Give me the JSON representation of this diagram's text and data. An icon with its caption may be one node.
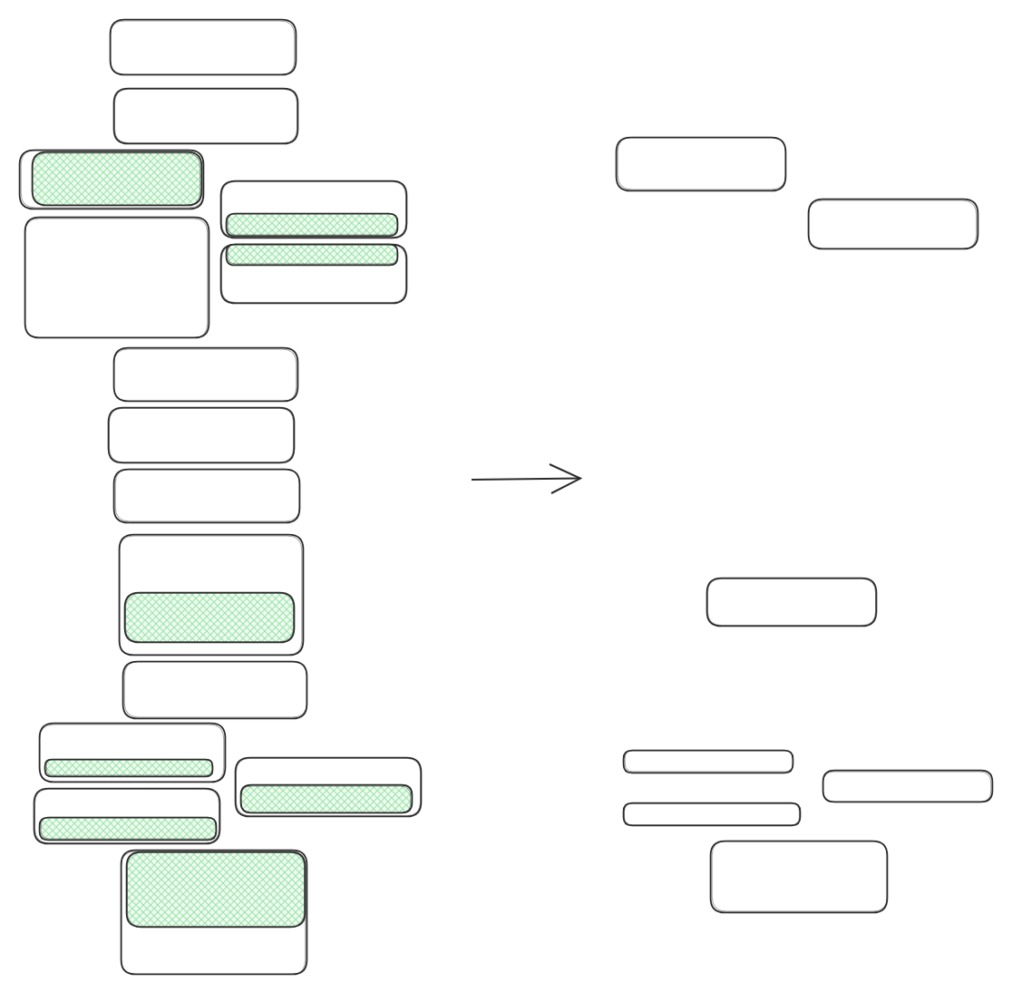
{
  "diagram": {
    "nodes": [
      {
        "text": [],
        "shape": "box"
      },
      {
        "text": [],
        "shape": "box"
      },
      {
        "text": [],
        "shape": "box"
      },
      {
        "text": [],
        "shape": "box",
        "in": 2
      },
      {
        "text": [],
        "shape": "box"
      },
      {
        "text": [],
        "shape": "box",
        "in": 4
      },
      {
        "text": [],
        "shape": "box"
      },
      {
        "text": [],
        "shape": "box"
      },
      {
        "text": [],
        "shape": "box",
        "in": 7
      },
      {
        "text": [],
        "shape": "box"
      },
      {
        "text": [],
        "shape": "box"
      },
      {
        "text": [],
        "shape": "box"
      },
      {
        "text": [],
        "shape": "box"
      },
      {
        "text": [],
        "shape": "box",
        "in": 12
      },
      {
        "text": [],
        "shape": "box"
      },
      {
        "text": [],
        "shape": "box"
      },
      {
        "text": [],
        "shape": "box"
      },
      {
        "text": [],
        "shape": "box",
        "in": 15
      },
      {
        "text": [],
        "shape": "box",
        "in": 16
      },
      {
        "text": [],
        "shape": "box"
      },
      {
        "text": [],
        "shape": "box",
        "in": 19
      },
      {
        "text": [],
        "shape": "box"
      },
      {
        "text": [],
        "shape": "box",
        "in": 21
      },
      {
        "text": [],
        "shape": "box"
      },
      {
        "text": [],
        "shape": "box"
      },
      {
        "text": [],
        "shape": "box"
      },
      {
        "text": [],
        "shape": "box"
      },
      {
        "text": [],
        "shape": "box"
      },
      {
        "text": [],
        "shape": "box"
      },
      {
        "text": [],
        "shape": "box"
      }
    ]
  }
}
